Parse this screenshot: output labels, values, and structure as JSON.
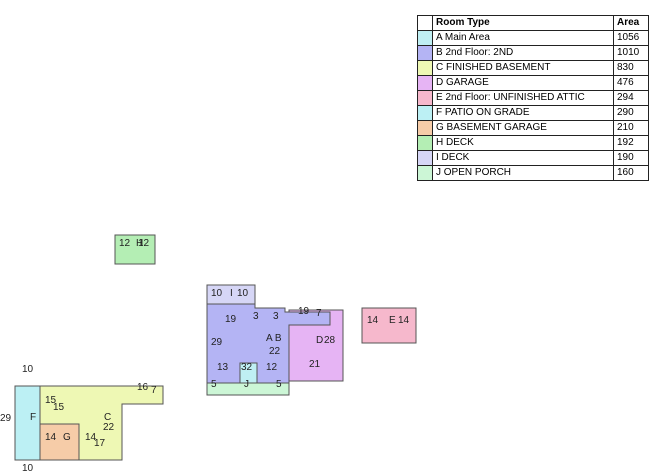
{
  "legend": {
    "header_type": "Room Type",
    "header_area": "Area",
    "rows": [
      {
        "name": "A Main Area",
        "area": "1056",
        "color": "#bfeff3"
      },
      {
        "name": "B 2nd Floor: 2ND",
        "area": "1010",
        "color": "#b4b4f4"
      },
      {
        "name": "C FINISHED BASEMENT",
        "area": "830",
        "color": "#eef8b4"
      },
      {
        "name": "D GARAGE",
        "area": "476",
        "color": "#e6b4f4"
      },
      {
        "name": "E 2nd Floor: UNFINISHED ATTIC",
        "area": "294",
        "color": "#f6b8cc"
      },
      {
        "name": "F PATIO ON GRADE",
        "area": "290",
        "color": "#bcf0f4"
      },
      {
        "name": "G BASEMENT GARAGE",
        "area": "210",
        "color": "#f6cca8"
      },
      {
        "name": "H DECK",
        "area": "192",
        "color": "#b4eeb4"
      },
      {
        "name": "I DECK",
        "area": "190",
        "color": "#d6d6f6"
      },
      {
        "name": "J OPEN PORCH",
        "area": "160",
        "color": "#ccf6d6"
      }
    ]
  },
  "plan": {
    "labels": {
      "h_12a": "12",
      "h_12b": "12",
      "h_letter": "H",
      "i_10a": "10",
      "i_letter": "I",
      "i_10b": "10",
      "b_19a": "19",
      "b_3a": "3",
      "b_3b": "3",
      "b_19b": "19",
      "b_7": "7",
      "b_29": "29",
      "b_letters": "A B",
      "b_22": "22",
      "b_13": "13",
      "b_32": "32",
      "b_12": "12",
      "b_5a": "5",
      "b_j": "J",
      "b_5b": "5",
      "d_letter": "D",
      "d_28": "28",
      "d_21": "21",
      "e_14a": "14",
      "e_letter": "E",
      "e_14b": "14",
      "c_10top": "10",
      "c_16": "16",
      "c_7": "7",
      "f_29": "29",
      "f_letter": "F",
      "c_15a": "15",
      "c_15b": "15",
      "c_letter": "C",
      "c_22": "22",
      "g_14a": "14",
      "g_letter": "G",
      "g_14b": "14",
      "c_17": "17",
      "c_10bottom": "10"
    }
  }
}
